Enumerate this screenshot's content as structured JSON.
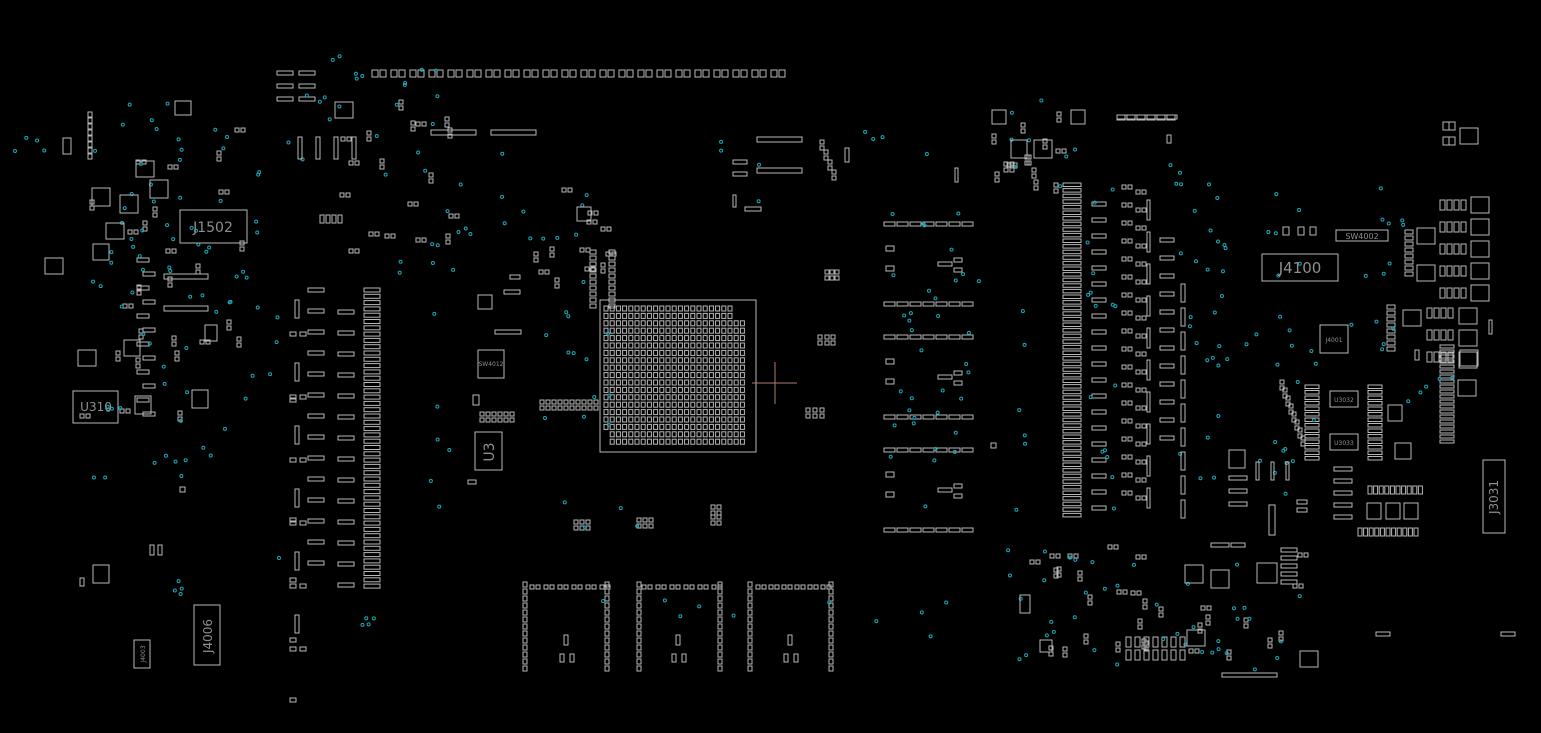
{
  "labels": {
    "j1502": "J1502",
    "u310": "U310",
    "j4006": "J4006",
    "j4003": "J4003",
    "u3": "U3",
    "sw4012": "SW4012",
    "j4100": "J4100",
    "sw4002": "SW4002",
    "j4001": "J4001",
    "u3032": "U3032",
    "u3033": "U3033",
    "j3031": "J3031"
  },
  "colors": {
    "background": "#000000",
    "pad_outline": "#b8b8b8",
    "via": "#1aa7b7",
    "label": "#8f8f8f",
    "crosshair": "#b07a7a"
  }
}
